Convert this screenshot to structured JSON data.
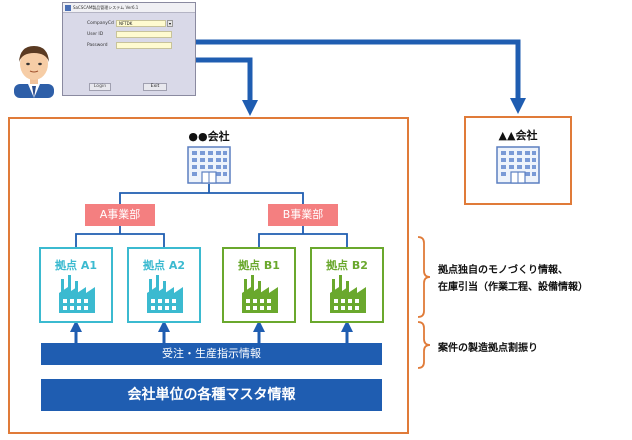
{
  "login": {
    "title": "SaCSCAM製品管理システム Ver6.1",
    "company_label": "CompanyCd",
    "company_value": "NFTDK",
    "userid_label": "User ID",
    "password_label": "Password",
    "login_button": "Login",
    "exit_button": "Exit"
  },
  "company_main": {
    "name": "●●会社"
  },
  "company_other": {
    "name": "▲▲会社"
  },
  "departments": [
    {
      "label": "A事業部"
    },
    {
      "label": "B事業部"
    }
  ],
  "sites": [
    {
      "label": "拠点 A1",
      "color": "#3bbad0"
    },
    {
      "label": "拠点 A2",
      "color": "#3bbad0"
    },
    {
      "label": "拠点 B1",
      "color": "#6aa82d"
    },
    {
      "label": "拠点 B2",
      "color": "#6aa82d"
    }
  ],
  "bars": {
    "orders": "受注・生産指示情報",
    "master": "会社単位の各種マスタ情報"
  },
  "notes": {
    "site_info_line1": "拠点独自のモノづくり情報、",
    "site_info_line2": "在庫引当（作業工程、設備情報）",
    "assignment": "案件の製造拠点割振り"
  },
  "colors": {
    "frame": "#e07b39",
    "arrow": "#1f5db1",
    "department": "#f47f80",
    "bar": "#1f5db1"
  }
}
